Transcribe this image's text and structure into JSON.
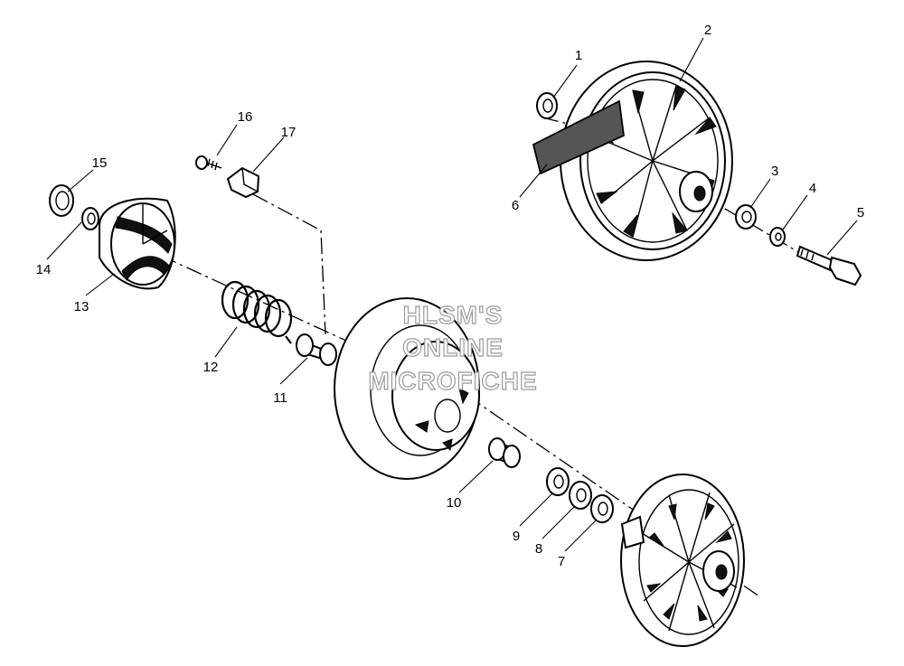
{
  "watermark": {
    "line1": "HLSM'S",
    "line2": "ONLINE",
    "line3": "MICROFICHE"
  },
  "callouts": {
    "c1": "1",
    "c2": "2",
    "c3": "3",
    "c4": "4",
    "c5": "5",
    "c6": "6",
    "c7": "7",
    "c8": "8",
    "c9": "9",
    "c10": "10",
    "c11": "11",
    "c12": "12",
    "c13": "13",
    "c14": "14",
    "c15": "15",
    "c16": "16",
    "c17": "17"
  }
}
